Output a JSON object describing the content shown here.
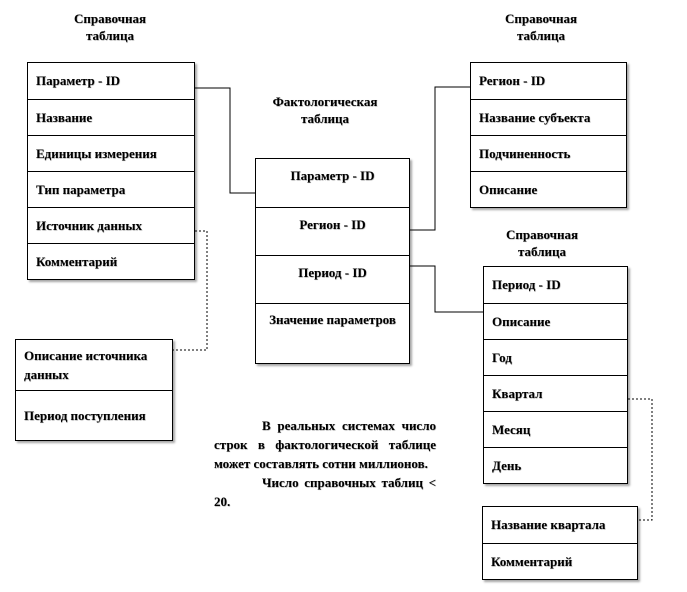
{
  "captions": {
    "left": "Справочная таблица",
    "fact": "Фактологическая таблица",
    "region": "Справочная таблица",
    "period": "Справочная таблица"
  },
  "tables": {
    "params": [
      "Параметр - ID",
      "Название",
      "Единицы измерения",
      "Тип параметра",
      "Источник данных",
      "Комментарий"
    ],
    "source": [
      "Описание источника данных",
      "Период поступления"
    ],
    "fact": [
      "Параметр - ID",
      "Регион - ID",
      "Период - ID",
      "Значение параметров"
    ],
    "region": [
      "Регион - ID",
      "Название субъекта",
      "Подчиненность",
      "Описание"
    ],
    "period": [
      "Период - ID",
      "Описание",
      "Год",
      "Квартал",
      "Месяц",
      "День"
    ],
    "quarter": [
      "Название квартала",
      "Комментарий"
    ]
  },
  "note": {
    "p1": "В реальных системах число строк в фактологической таблице может составлять сотни миллионов.",
    "p2": "Число справочных таблиц < 20."
  }
}
